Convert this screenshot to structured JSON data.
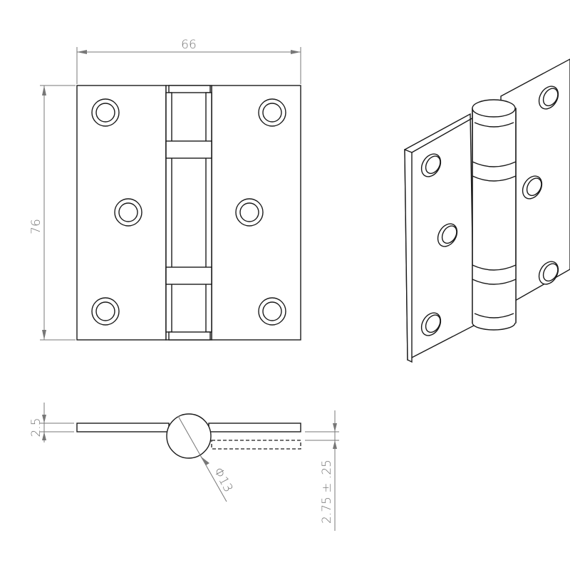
{
  "title": "Butt hinge technical drawing",
  "dimensions": {
    "width": "66",
    "height": "76",
    "thickness": "2.5",
    "knuckle_diameter": "Φ13",
    "gap": "2.75 ± .25"
  },
  "colors": {
    "line": "#1a1a1a",
    "dimension": "#777777"
  }
}
